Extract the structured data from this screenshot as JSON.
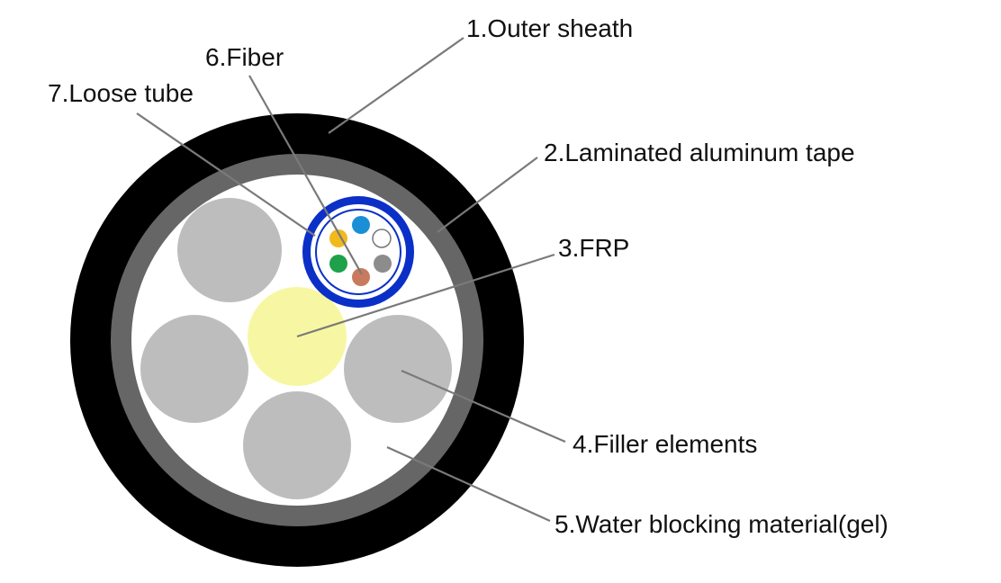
{
  "labels": {
    "outer_sheath": "1.Outer sheath",
    "aluminum_tape": "2.Laminated aluminum tape",
    "frp": "3.FRP",
    "filler": "4.Filler elements",
    "water_blocking": "5.Water blocking material(gel)",
    "fiber": "6.Fiber",
    "loose_tube": "7.Loose tube"
  },
  "colors": {
    "outer_sheath": "#000000",
    "aluminum_tape": "#666666",
    "gel": "#ffffff",
    "filler": "#bdbdbd",
    "frp": "#f7f7a3",
    "loose_tube": "#0b30c8",
    "leader_line": "#7a7a7a",
    "fibers": [
      "#1a8fd6",
      "#f0b91e",
      "#ffffff",
      "#1fa04b",
      "#8c8c8c",
      "#c97a5e"
    ]
  }
}
